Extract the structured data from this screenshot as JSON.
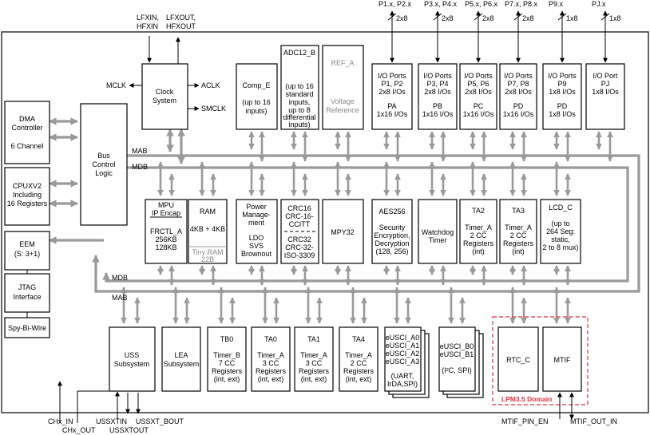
{
  "buses": {
    "mab": "MAB",
    "mdb": "MDB"
  },
  "signals": {
    "lfxin": "LFXIN,",
    "hfxin": "HFXIN",
    "lfxout": "LFXOUT,",
    "hfxout": "HFXOUT",
    "mclk": "MCLK",
    "aclk": "ACLK",
    "smclk": "SMCLK",
    "chx_in": "CHx_IN",
    "chx_out": "CHx_OUT",
    "ussxtin": "USSXTIN",
    "ussxtout": "USSXTOUT",
    "ussxt_bout": "USSXT_BOUT",
    "mtif_pin_en": "MTIF_PIN_EN",
    "mtif_out_in": "MTIF_OUT_IN"
  },
  "ports": [
    {
      "pin": "P1.x, P2.x",
      "width": "2x8",
      "l1": "I/O Ports",
      "l2": "P1, P2",
      "l3": "2x8 I/Os",
      "l4": "PA",
      "l5": "1x16 I/Os"
    },
    {
      "pin": "P3.x, P4.x",
      "width": "2x8",
      "l1": "I/O Ports",
      "l2": "P3, P4",
      "l3": "2x8 I/Os",
      "l4": "PB",
      "l5": "1x16 I/Os"
    },
    {
      "pin": "P5.x, P6.x",
      "width": "2x8",
      "l1": "I/O Ports",
      "l2": "P5, P6",
      "l3": "2x8 I/Os",
      "l4": "PC",
      "l5": "1x16 I/Os"
    },
    {
      "pin": "P7.x, P8.x",
      "width": "2x8",
      "l1": "I/O Ports",
      "l2": "P7, P8",
      "l3": "2x8 I/Os",
      "l4": "PD",
      "l5": "1x16 I/Os"
    },
    {
      "pin": "P9.x",
      "width": "1x8",
      "l1": "I/O Ports",
      "l2": "P9",
      "l3": "1x8 I/Os",
      "l4": "PD",
      "l5": "1x8 I/Os"
    },
    {
      "pin": "PJ.x",
      "width": "1x8",
      "l1": "I/O Port",
      "l2": "PJ",
      "l3": "1x8 I/Os",
      "l4": "",
      "l5": ""
    }
  ],
  "blocks": {
    "dma": {
      "l1": "DMA",
      "l2": "Controller",
      "l3": "6 Channel"
    },
    "cpu": {
      "l1": "CPUXV2",
      "l2": "Including",
      "l3": "16 Registers"
    },
    "eem": {
      "l1": "EEM",
      "l2": "(S: 3+1)"
    },
    "jtag": {
      "l1": "JTAG",
      "l2": "Interface"
    },
    "sbw": {
      "l1": "Spy-Bi-Wire"
    },
    "bus": {
      "l1": "Bus",
      "l2": "Control",
      "l3": "Logic"
    },
    "clock": {
      "l1": "Clock",
      "l2": "System"
    },
    "comp": {
      "l1": "Comp_E",
      "l2": "(up to 16",
      "l3": "inputs)"
    },
    "adc": {
      "l1": "ADC12_B",
      "l2": "(up to 16",
      "l3": "standard",
      "l4": "inputs,",
      "l5": "up to 8",
      "l6": "differential",
      "l7": "inputs)"
    },
    "ref": {
      "l1": "REF_A",
      "l2": "Voltage",
      "l3": "Reference"
    },
    "mpu": {
      "l1": "MPU",
      "l2": "IP Encap",
      "l3": "FRCTL_A",
      "l4": "256KB",
      "l5": "128KB"
    },
    "ram": {
      "l1": "RAM",
      "l2": "4KB + 4KB",
      "l3": "Tiny RAM",
      "l4": "22B"
    },
    "pmm": {
      "l1": "Power",
      "l2": "Manage-",
      "l3": "ment",
      "l4": "LDO",
      "l5": "SVS",
      "l6": "Brownout"
    },
    "crc": {
      "l1": "CRC16",
      "l2": "CRC-16-",
      "l3": "CCITT",
      "l4": "CRC32",
      "l5": "CRC-32-",
      "l6": "ISO-3309"
    },
    "mpy": {
      "l1": "MPY32"
    },
    "aes": {
      "l1": "AES256",
      "l2": "Security",
      "l3": "Encryption,",
      "l4": "Decryption",
      "l5": "(128, 256)"
    },
    "wdt": {
      "l1": "Watchdog",
      "l2": "Timer"
    },
    "ta2": {
      "l1": "TA2",
      "l2": "Timer_A",
      "l3": "2 CC",
      "l4": "Registers",
      "l5": "(int)"
    },
    "ta3": {
      "l1": "TA3",
      "l2": "Timer_A",
      "l3": "2 CC",
      "l4": "Registers",
      "l5": "(int)"
    },
    "lcd": {
      "l1": "LCD_C",
      "l2": "(up to",
      "l3": "264 Seg:",
      "l4": "static,",
      "l5": "2 to 8 mux)"
    },
    "uss": {
      "l1": "USS",
      "l2": "Subsystem"
    },
    "lea": {
      "l1": "LEA",
      "l2": "Subsystem"
    },
    "tb0": {
      "l1": "TB0",
      "l2": "Timer_B",
      "l3": "7 CC",
      "l4": "Registers",
      "l5": "(int, ext)"
    },
    "ta0": {
      "l1": "TA0",
      "l2": "Timer_A",
      "l3": "3 CC",
      "l4": "Registers",
      "l5": "(int, ext)"
    },
    "ta1": {
      "l1": "TA1",
      "l2": "Timer_A",
      "l3": "3 CC",
      "l4": "Registers",
      "l5": "(int, ext)"
    },
    "ta4": {
      "l1": "TA4",
      "l2": "Timer_A",
      "l3": "2 CC",
      "l4": "Registers",
      "l5": "(int, ext)"
    },
    "euscia": {
      "l1": "eUSCI_A0",
      "l2": "eUSCI_A1",
      "l3": "eUSCI_A2",
      "l4": "eUSCI_A3",
      "l5": "(UART,",
      "l6": "IrDA,SPI)"
    },
    "euscib": {
      "l1": "eUSCI_B0",
      "l2": "eUSCI_B1",
      "l3": "(I²C, SPI)"
    },
    "lpm": {
      "label": "LPM3.5 Domain"
    },
    "rtc": {
      "l1": "RTC_C"
    },
    "mtif": {
      "l1": "MTIF"
    }
  }
}
